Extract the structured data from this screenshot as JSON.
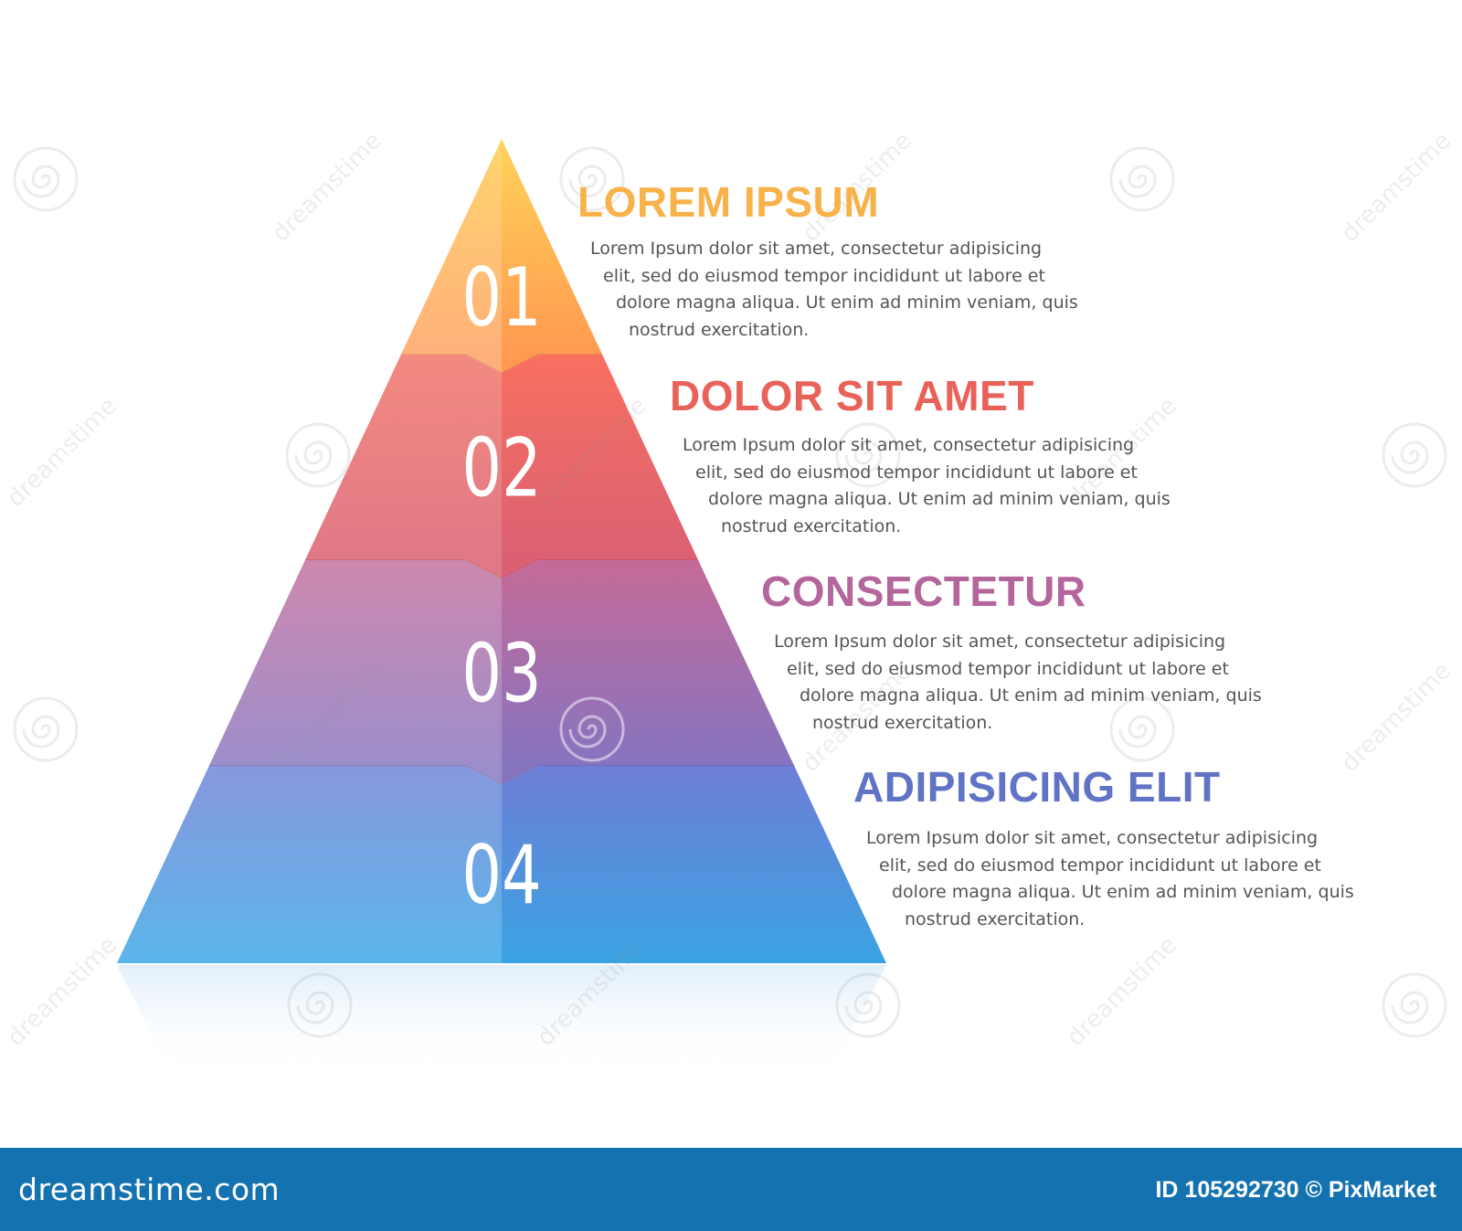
{
  "levels": [
    {
      "number": "01",
      "title": "LOREM IPSUM",
      "title_color": "#f7b24a",
      "colors": {
        "top": "#ffd35a",
        "bottom": "#ff9a50",
        "left_top": "#ffd56e",
        "left_bottom": "#ffb07a"
      },
      "description": [
        "Lorem Ipsum dolor sit amet, consectetur adipisicing",
        "elit, sed do eiusmod tempor incididunt ut labore et",
        "dolore magna aliqua. Ut enim ad minim veniam, quis",
        "nostrud exercitation."
      ]
    },
    {
      "number": "02",
      "title": "DOLOR SIT AMET",
      "title_color": "#e8625a",
      "colors": {
        "top": "#f87060",
        "bottom": "#da6072",
        "left_top": "#f38a80",
        "left_bottom": "#e07886"
      },
      "description": [
        "Lorem Ipsum dolor sit amet, consectetur adipisicing",
        "elit, sed do eiusmod tempor incididunt ut labore et",
        "dolore magna aliqua. Ut enim ad minim veniam, quis",
        "nostrud exercitation."
      ]
    },
    {
      "number": "03",
      "title": "CONSECTETUR",
      "title_color": "#b4659c",
      "colors": {
        "top": "#c56a98",
        "bottom": "#8674c0",
        "left_top": "#cd88ae",
        "left_bottom": "#9c8ecb"
      },
      "description": [
        "Lorem Ipsum dolor sit amet, consectetur adipisicing",
        "elit, sed do eiusmod tempor incididunt ut labore et",
        "dolore magna aliqua. Ut enim ad minim veniam, quis",
        "nostrud exercitation."
      ]
    },
    {
      "number": "04",
      "title": "ADIPISICING ELIT",
      "title_color": "#6173c5",
      "colors": {
        "top": "#6e7ed6",
        "bottom": "#3aa3e3",
        "left_top": "#8797dd",
        "left_bottom": "#5ab6ea"
      },
      "description": [
        "Lorem Ipsum dolor sit amet, consectetur adipisicing",
        "elit, sed do eiusmod tempor incididunt ut labore et",
        "dolore magna aliqua. Ut enim ad minim veniam, quis",
        "nostrud exercitation."
      ]
    }
  ],
  "watermark": {
    "text": "dreamstime",
    "icon": "spiral-icon"
  },
  "footer": {
    "brand": "dreamstime.com",
    "image_id": "ID 105292730 © PixMarket",
    "background": "#1472b0"
  }
}
